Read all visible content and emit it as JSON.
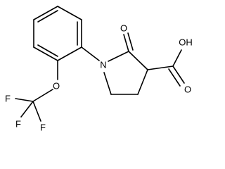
{
  "molecule": {
    "atom_labels": {
      "nitrogen": "N",
      "ketone_oxygen": "O",
      "acid_hydroxyl": "OH",
      "acid_carbonyl_oxygen": "O",
      "ether_oxygen": "O",
      "fluorine_1": "F",
      "fluorine_2": "F",
      "fluorine_3": "F"
    },
    "colors": {
      "bond": "#000000",
      "label": "#000000",
      "background": "#ffffff"
    }
  }
}
